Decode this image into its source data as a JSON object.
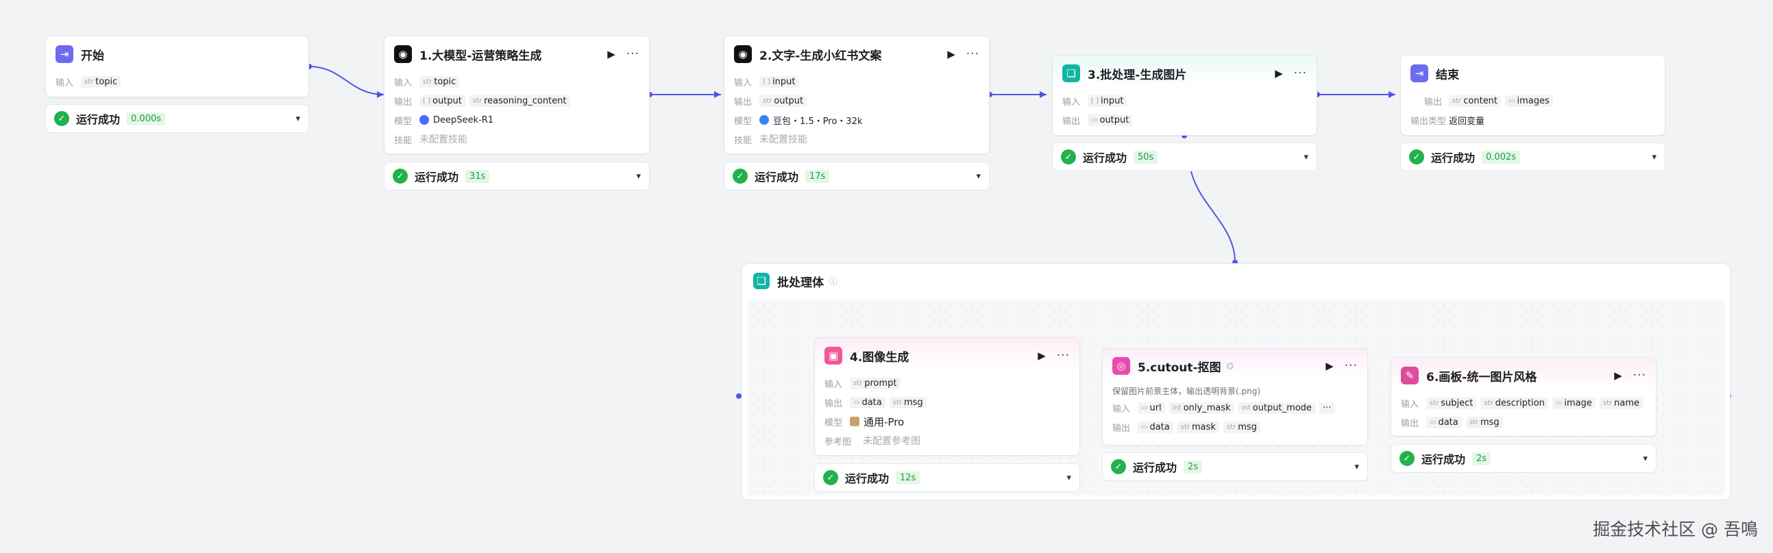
{
  "labels": {
    "input": "输入",
    "output": "输出",
    "model": "模型",
    "skill": "技能",
    "output_type": "输出类型",
    "reference": "参考图",
    "no_skill": "未配置技能",
    "no_reference": "未配置参考图",
    "run_success": "运行成功"
  },
  "nodes": {
    "start": {
      "title": "开始",
      "duration": "0.000s"
    },
    "llm": {
      "title": "1.大模型-运营策略生成",
      "model": "DeepSeek-R1",
      "duration": "31s"
    },
    "text": {
      "title": "2.文字-生成小红书文案",
      "model": "豆包・1.5・Pro・32k",
      "duration": "17s"
    },
    "batch": {
      "title": "3.批处理-生成图片",
      "duration": "50s"
    },
    "end": {
      "title": "结束",
      "output_type_value": "返回变量",
      "duration": "0.002s"
    },
    "image": {
      "title": "4.图像生成",
      "model": "通用-Pro",
      "duration": "12s"
    },
    "cutout": {
      "title": "5.cutout-抠图",
      "description": "保留图片前景主体，输出透明背景(.png)",
      "duration": "2s"
    },
    "canvas": {
      "title": "6.画板-统一图片风格",
      "duration": "2s"
    }
  },
  "vars": {
    "topic": "topic",
    "output": "output",
    "reasoning_content": "reasoning_content",
    "input": "input",
    "content": "content",
    "images": "images",
    "prompt": "prompt",
    "data": "data",
    "msg": "msg",
    "url": "url",
    "only_mask": "only_mask",
    "output_mode": "output_mode",
    "mask": "mask",
    "subject": "subject",
    "description": "description",
    "image": "image",
    "name": "name"
  },
  "types": {
    "str": "str",
    "int": "int",
    "list": "[ ]"
  },
  "group": {
    "title": "批处理体"
  },
  "watermark": "掘金技术社区 @ 吾鳴",
  "colors": {
    "accent": "#4f55e6",
    "start_icon": "#6b6af0",
    "llm_icon": "#111111",
    "batch_icon": "#13b5a5",
    "image_icon": "#f0589a",
    "cutout_icon": "#e94ab0",
    "canvas_icon": "#e04c9c",
    "success": "#22b14c"
  }
}
